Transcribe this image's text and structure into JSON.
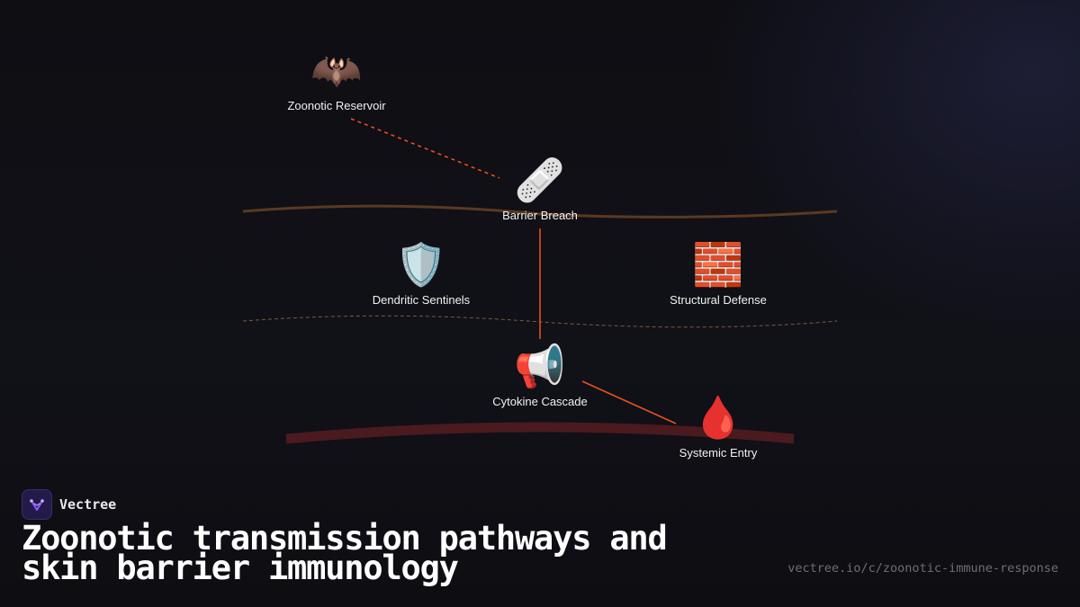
{
  "nodes": {
    "reservoir": {
      "label": "Zoonotic Reservoir",
      "icon": "🦇",
      "icon_name": "bat-icon"
    },
    "breach": {
      "label": "Barrier Breach",
      "icon": "🩹",
      "icon_name": "bandage-icon"
    },
    "dendritic": {
      "label": "Dendritic Sentinels",
      "icon": "🛡️",
      "icon_name": "shield-icon"
    },
    "structural": {
      "label": "Structural Defense",
      "icon": "🧱",
      "icon_name": "brick-wall-icon"
    },
    "cytokine": {
      "label": "Cytokine Cascade",
      "icon": "📢",
      "icon_name": "megaphone-icon"
    },
    "systemic": {
      "label": "Systemic Entry",
      "icon": "🩸",
      "icon_name": "blood-drop-icon"
    }
  },
  "colors": {
    "link": "#e8501e",
    "skin_layer": "#5a3a22",
    "dermis_layer": "#8a6a4a",
    "blood_layer": "#4a1a1e",
    "brand_accent": "#8b5cf6"
  },
  "brand": {
    "name": "Vectree",
    "logo_icon": "vectree-logo-icon"
  },
  "title": "Zoonotic transmission pathways and skin barrier immunology",
  "url": "vectree.io/c/zoonotic-immune-response"
}
